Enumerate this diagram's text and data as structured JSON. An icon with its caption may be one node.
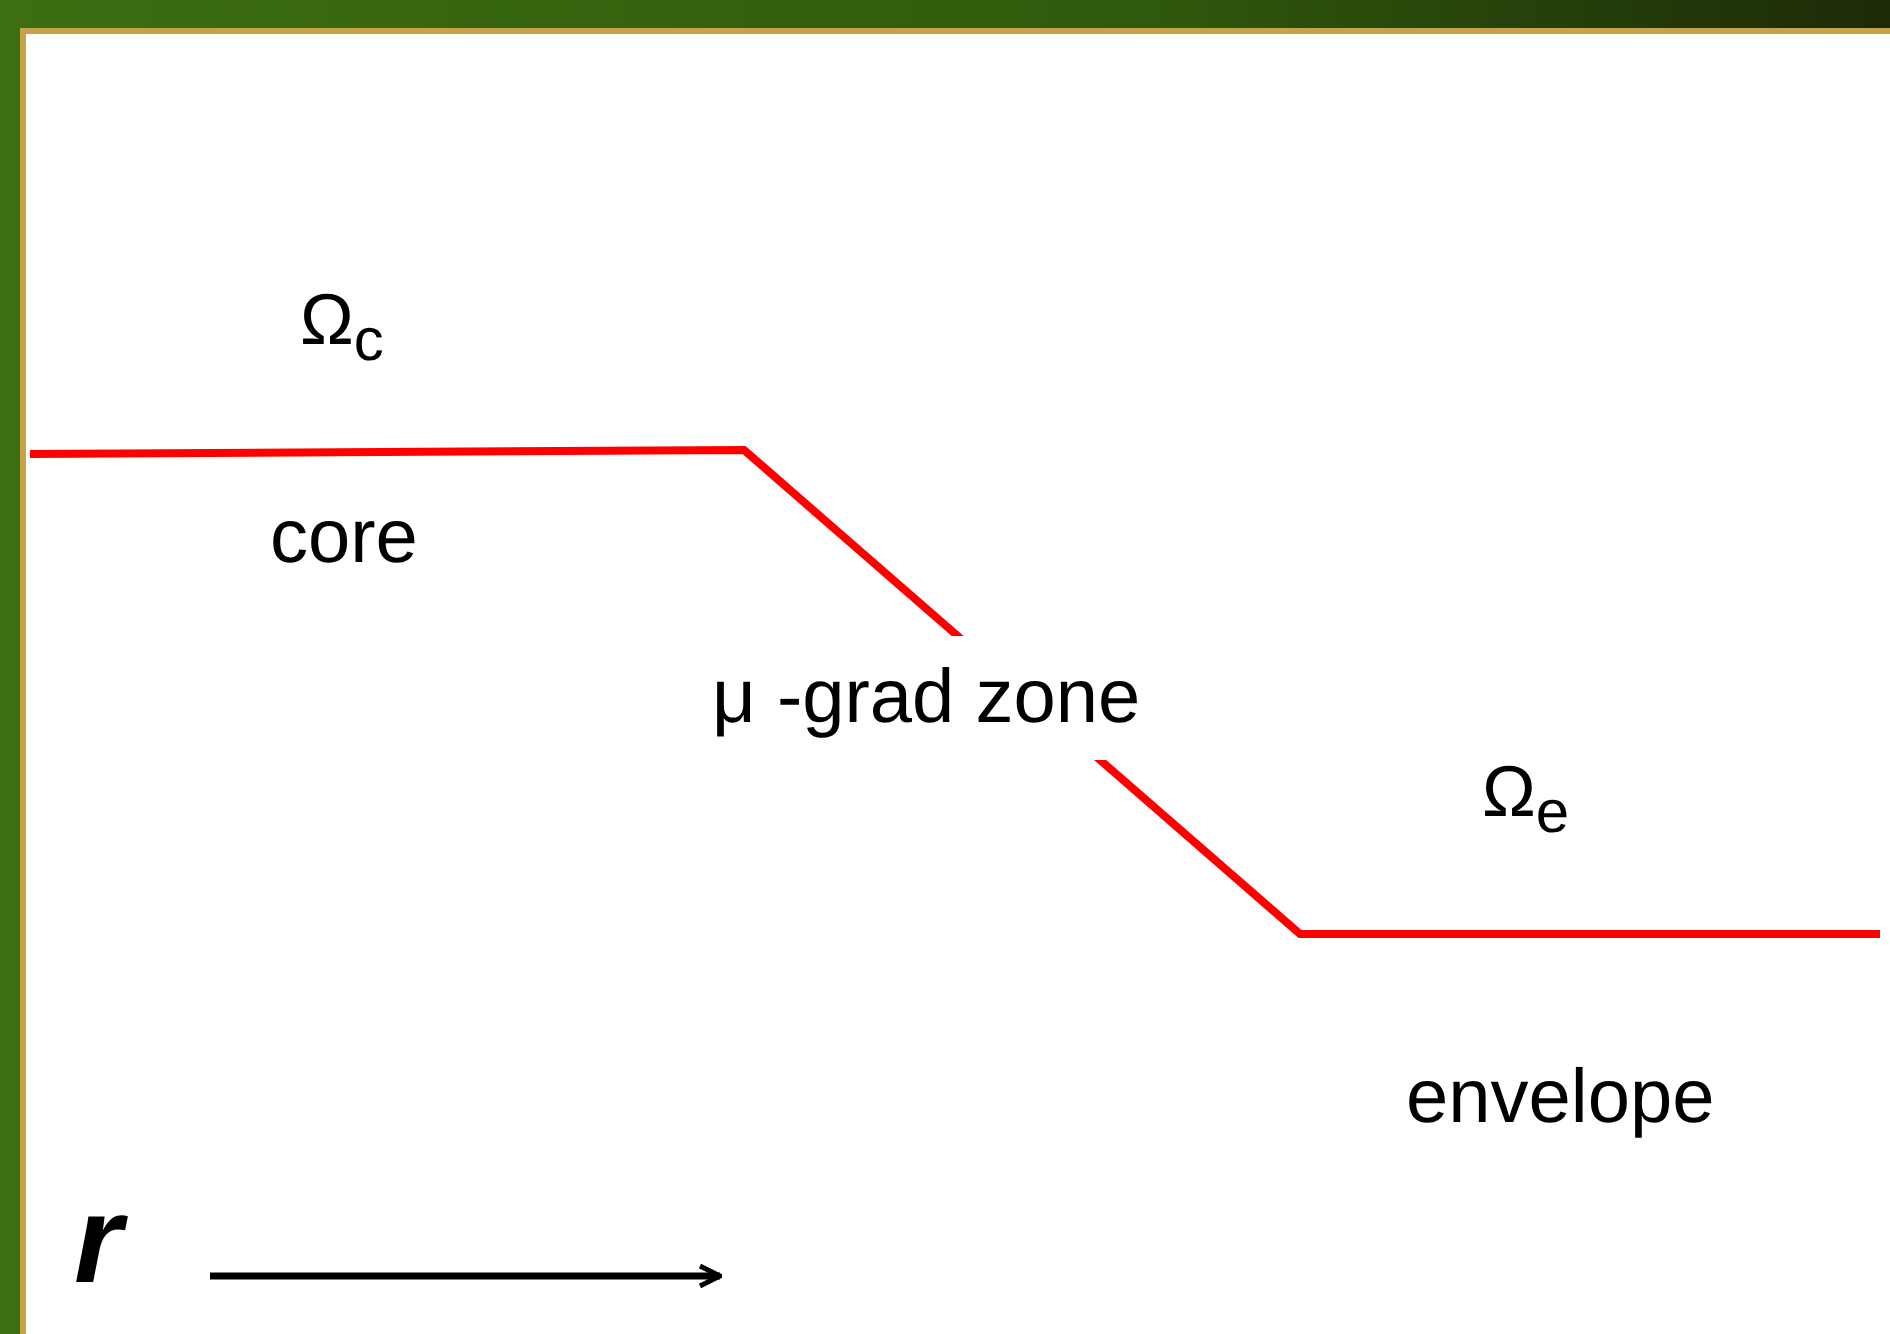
{
  "diagram": {
    "labels": [
      "Ω$_{c}$",
      "core",
      "μ -grad zone",
      "Ω$_{e}$",
      "envelope",
      "r"
    ]
  }
}
